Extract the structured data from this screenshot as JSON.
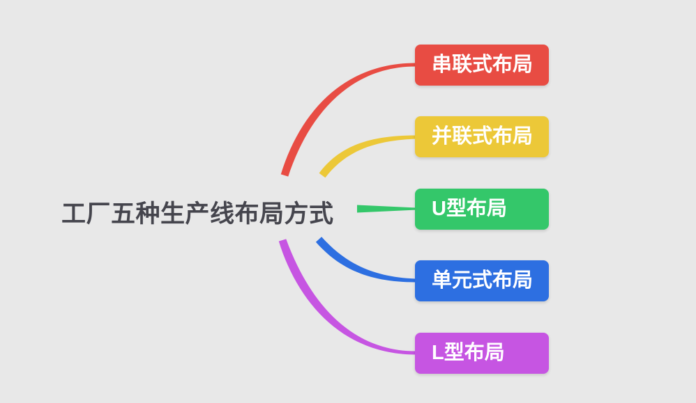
{
  "canvas": {
    "background": "#e8e8e8"
  },
  "mindmap": {
    "root": {
      "label": "工厂五种生产线布局方式",
      "color": "#45454d"
    },
    "branches": [
      {
        "label": "串联式布局",
        "color": "#e84c43"
      },
      {
        "label": "并联式布局",
        "color": "#ecc838"
      },
      {
        "label": "U型布局",
        "color": "#34c76a"
      },
      {
        "label": "单元式布局",
        "color": "#2d6fe1"
      },
      {
        "label": "L型布局",
        "color": "#c655e2"
      }
    ]
  }
}
